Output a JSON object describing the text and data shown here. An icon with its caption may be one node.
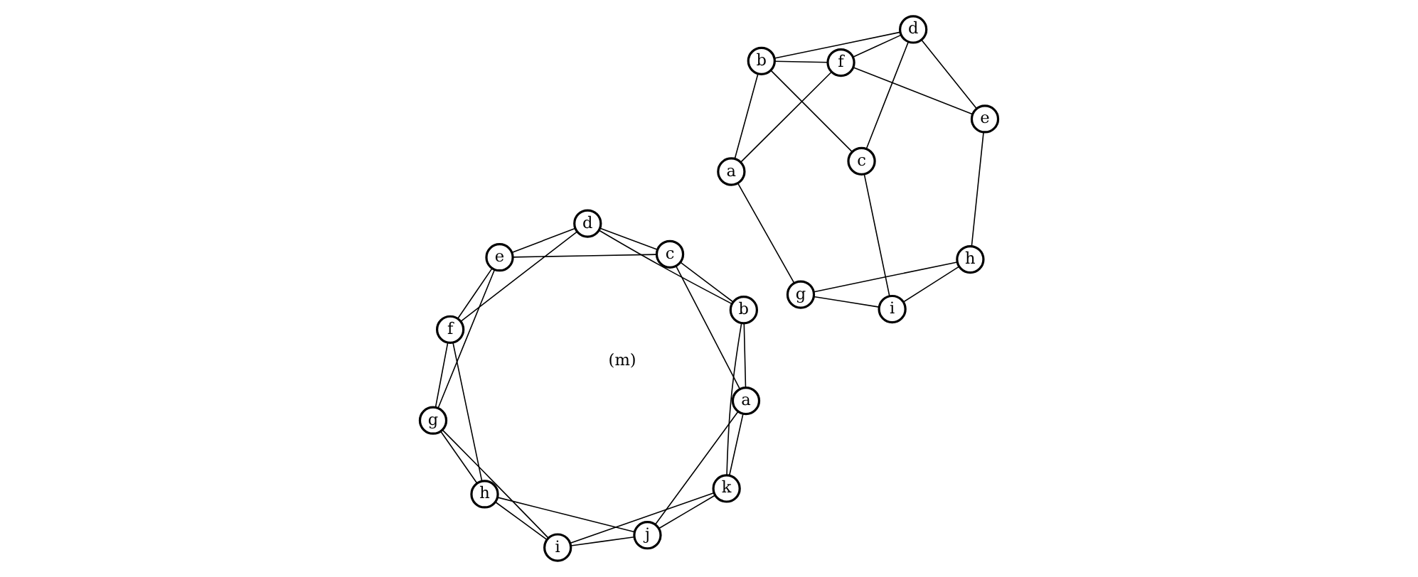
{
  "diagram": {
    "nodes": [
      {
        "text": [
          "a"
        ]
      },
      {
        "text": [
          "b"
        ]
      },
      {
        "text": [
          "c"
        ]
      },
      {
        "text": [
          "d"
        ]
      },
      {
        "text": [
          "e"
        ]
      },
      {
        "text": [
          "f"
        ]
      },
      {
        "text": [
          "g"
        ]
      },
      {
        "text": [
          "h"
        ]
      },
      {
        "text": [
          "i"
        ]
      },
      {
        "text": [
          "a"
        ]
      },
      {
        "text": [
          "b"
        ]
      },
      {
        "text": [
          "c"
        ]
      },
      {
        "text": [
          "d"
        ]
      },
      {
        "text": [
          "e"
        ]
      },
      {
        "text": [
          "f"
        ]
      },
      {
        "text": [
          "g"
        ]
      },
      {
        "text": [
          "h"
        ]
      },
      {
        "text": [
          "i"
        ]
      },
      {
        "text": [
          "j"
        ]
      },
      {
        "text": [
          "k"
        ]
      }
    ],
    "edges": [
      {
        "from": 0,
        "to": 1,
        "arrow": "none"
      },
      {
        "from": 0,
        "to": 5,
        "arrow": "none"
      },
      {
        "from": 0,
        "to": 6,
        "arrow": "none"
      },
      {
        "from": 1,
        "to": 2,
        "arrow": "none"
      },
      {
        "from": 1,
        "to": 5,
        "arrow": "none"
      },
      {
        "from": 1,
        "to": 3,
        "arrow": "none"
      },
      {
        "from": 2,
        "to": 3,
        "arrow": "none"
      },
      {
        "from": 2,
        "to": 8,
        "arrow": "none"
      },
      {
        "from": 3,
        "to": 4,
        "arrow": "none"
      },
      {
        "from": 3,
        "to": 5,
        "arrow": "none"
      },
      {
        "from": 4,
        "to": 5,
        "arrow": "none"
      },
      {
        "from": 4,
        "to": 7,
        "arrow": "none"
      },
      {
        "from": 6,
        "to": 7,
        "arrow": "none"
      },
      {
        "from": 6,
        "to": 8,
        "arrow": "none"
      },
      {
        "from": 7,
        "to": 8,
        "arrow": "none"
      },
      {
        "from": 9,
        "to": 10,
        "arrow": "none"
      },
      {
        "from": 10,
        "to": 11,
        "arrow": "none"
      },
      {
        "from": 11,
        "to": 12,
        "arrow": "none"
      },
      {
        "from": 12,
        "to": 13,
        "arrow": "none"
      },
      {
        "from": 13,
        "to": 14,
        "arrow": "none"
      },
      {
        "from": 14,
        "to": 15,
        "arrow": "none"
      },
      {
        "from": 15,
        "to": 16,
        "arrow": "none"
      },
      {
        "from": 16,
        "to": 17,
        "arrow": "none"
      },
      {
        "from": 17,
        "to": 18,
        "arrow": "none"
      },
      {
        "from": 18,
        "to": 19,
        "arrow": "none"
      },
      {
        "from": 19,
        "to": 9,
        "arrow": "none"
      },
      {
        "from": 9,
        "to": 11,
        "arrow": "none"
      },
      {
        "from": 10,
        "to": 12,
        "arrow": "none"
      },
      {
        "from": 11,
        "to": 13,
        "arrow": "none"
      },
      {
        "from": 12,
        "to": 14,
        "arrow": "none"
      },
      {
        "from": 13,
        "to": 15,
        "arrow": "none"
      },
      {
        "from": 14,
        "to": 16,
        "arrow": "none"
      },
      {
        "from": 15,
        "to": 17,
        "arrow": "none"
      },
      {
        "from": 16,
        "to": 18,
        "arrow": "none"
      },
      {
        "from": 17,
        "to": 19,
        "arrow": "none"
      },
      {
        "from": 18,
        "to": 9,
        "arrow": "none"
      },
      {
        "from": 19,
        "to": 10,
        "arrow": "none"
      }
    ],
    "labels": [
      "(m)"
    ]
  }
}
